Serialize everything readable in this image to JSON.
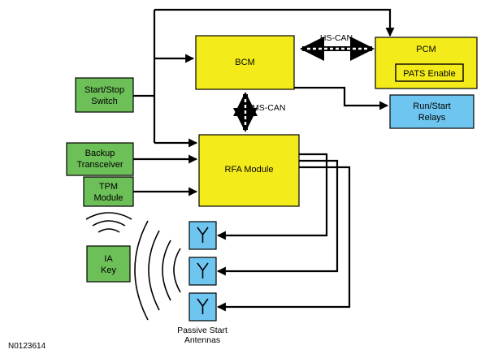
{
  "nodes": {
    "start_stop": {
      "lines": [
        "Start/Stop",
        "Switch"
      ],
      "fill": "#6dbf58"
    },
    "backup": {
      "lines": [
        "Backup",
        "Transceiver"
      ],
      "fill": "#6dbf58"
    },
    "tpm": {
      "lines": [
        "TPM",
        "Module"
      ],
      "fill": "#6dbf58"
    },
    "ia_key": {
      "lines": [
        "IA",
        "Key"
      ],
      "fill": "#6dbf58"
    },
    "bcm": {
      "lines": [
        "BCM"
      ],
      "fill": "#f4ec1a"
    },
    "rfa": {
      "lines": [
        "RFA Module"
      ],
      "fill": "#f4ec1a"
    },
    "pcm": {
      "lines": [
        "PCM"
      ],
      "fill": "#f4ec1a"
    },
    "pats": {
      "lines": [
        "PATS Enable"
      ],
      "fill": "#f4ec1a"
    },
    "relays": {
      "lines": [
        "Run/Start",
        "Relays"
      ],
      "fill": "#6ec6f0"
    }
  },
  "bus_labels": {
    "hs_can": "HS-CAN",
    "ms_can": "MS-CAN"
  },
  "antenna_caption": [
    "Passive Start",
    "Antennas"
  ],
  "antenna_fill": "#6ec6f0",
  "figure_code": "N0123614"
}
